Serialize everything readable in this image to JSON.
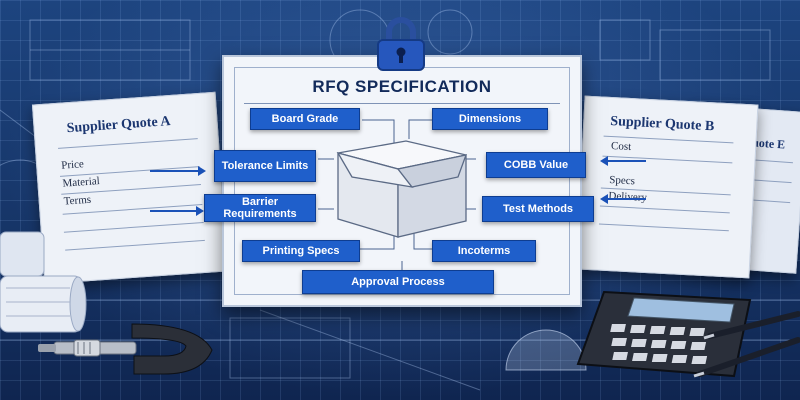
{
  "document": {
    "title": "RFQ SPECIFICATION",
    "specs": {
      "board_grade": "Board Grade",
      "dimensions": "Dimensions",
      "tolerance_limits": "Tolerance Limits",
      "cobb_value": "COBB Value",
      "barrier_requirements": "Barrier Requirements",
      "test_methods": "Test Methods",
      "printing_specs": "Printing Specs",
      "incoterms": "Incoterms",
      "approval_process": "Approval Process"
    }
  },
  "supplier_a": {
    "title": "Supplier Quote A",
    "fields": [
      "Price",
      "Material",
      "Terms"
    ]
  },
  "supplier_b": {
    "title": "Supplier Quote B",
    "fields": [
      "Cost",
      "Specs",
      "Delivery"
    ]
  },
  "supplier_e": {
    "title": "uote E"
  },
  "icons": {
    "lock": "padlock-icon",
    "box": "open-carton-box-icon",
    "calculator": "calculator-icon",
    "caliper": "micrometer-caliper-icon"
  },
  "colors": {
    "accent_blue": "#1f5fcb",
    "background_navy": "#17366f",
    "paper": "#f2f5fa"
  }
}
